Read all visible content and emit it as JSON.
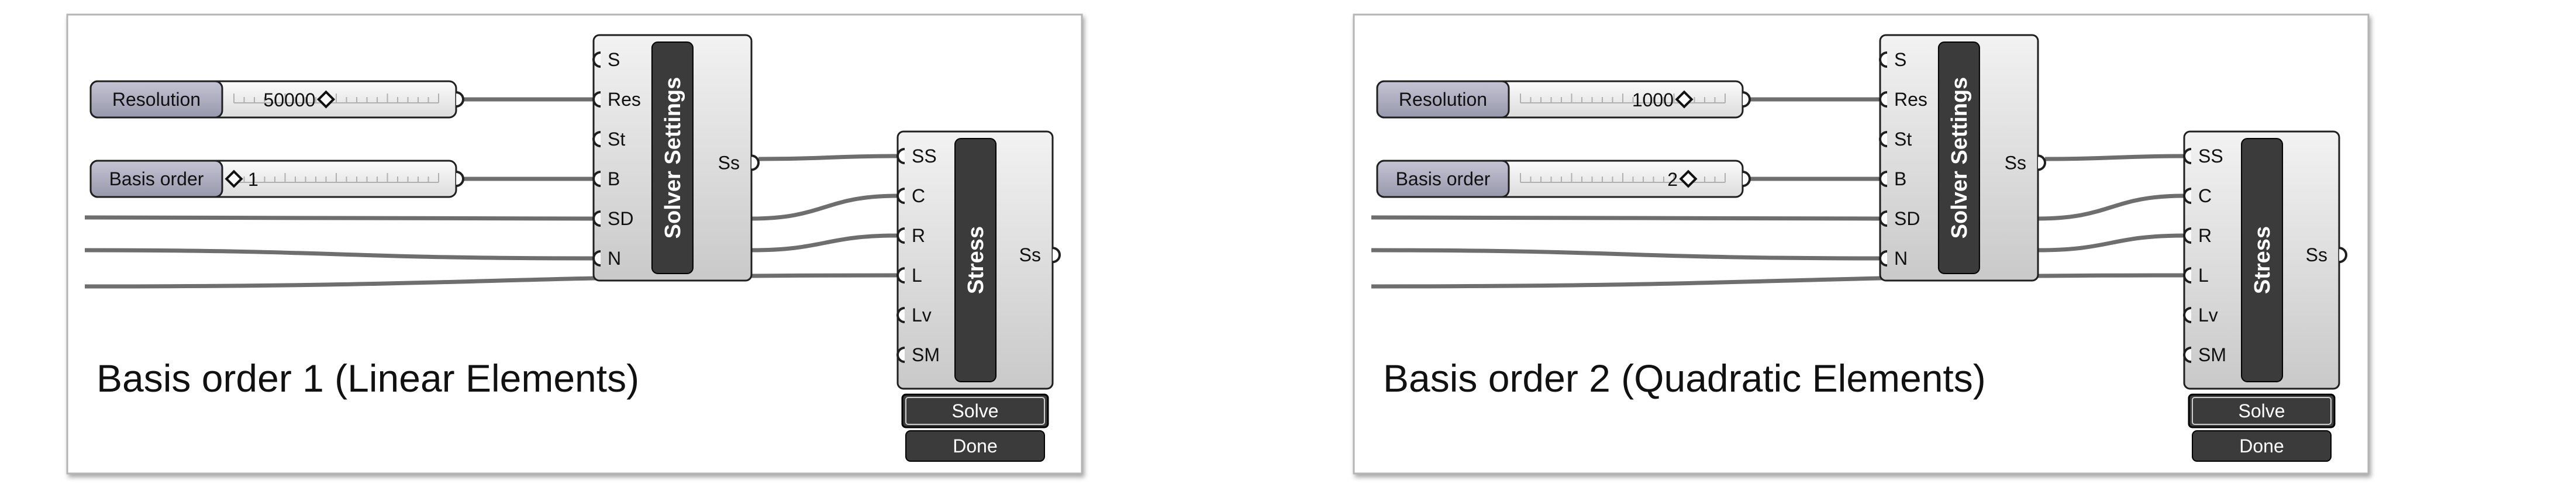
{
  "panels": [
    {
      "caption": "Basis order 1 (Linear Elements)",
      "sliders": [
        {
          "label": "Resolution",
          "value": "50000",
          "pos": 0.45
        },
        {
          "label": "Basis order",
          "value": "1",
          "pos": 0.0
        }
      ],
      "solver": {
        "title": "Solver Settings",
        "inputs": [
          "S",
          "Res",
          "St",
          "B",
          "SD",
          "N"
        ],
        "output": "Ss"
      },
      "stress": {
        "title": "Stress",
        "inputs": [
          "SS",
          "C",
          "R",
          "L",
          "Lv",
          "SM"
        ],
        "output": "Ss",
        "button_label": "Solve",
        "status": "Done"
      }
    },
    {
      "caption": "Basis order 2 (Quadratic Elements)",
      "sliders": [
        {
          "label": "Resolution",
          "value": "1000",
          "pos": 0.8
        },
        {
          "label": "Basis order",
          "value": "2",
          "pos": 0.82
        }
      ],
      "solver": {
        "title": "Solver Settings",
        "inputs": [
          "S",
          "Res",
          "St",
          "B",
          "SD",
          "N"
        ],
        "output": "Ss"
      },
      "stress": {
        "title": "Stress",
        "inputs": [
          "SS",
          "C",
          "R",
          "L",
          "Lv",
          "SM"
        ],
        "output": "Ss",
        "button_label": "Solve",
        "status": "Done"
      }
    }
  ],
  "colors": {
    "wire": "#6e6e6e",
    "node_face": "#d9d9d9",
    "node_border": "#1f1f1f",
    "title_bar": "#3b3b3b",
    "slider_label_fill": "#a9a9bb",
    "slider_track_fill": "#e8e8e8",
    "panel_border": "#b5b5b5"
  }
}
